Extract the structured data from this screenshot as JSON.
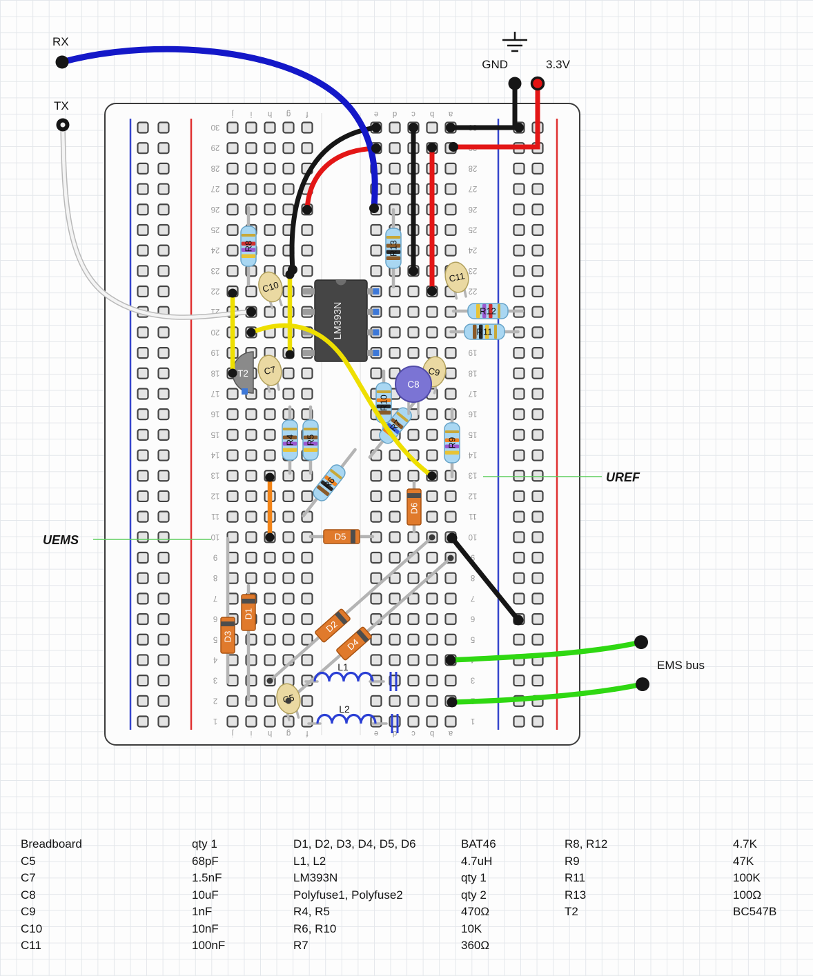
{
  "annotations": {
    "rx": "RX",
    "tx": "TX",
    "gnd": "GND",
    "v33": "3.3V",
    "uref": "UREF",
    "uems": "UEMS",
    "ems_bus": "EMS bus"
  },
  "breadboard": {
    "rows": 30,
    "column_letters": [
      "a",
      "b",
      "c",
      "d",
      "e",
      "f",
      "g",
      "h",
      "i",
      "j"
    ]
  },
  "components": {
    "ic": "LM393N",
    "t2": "T2",
    "l1": "L1",
    "l2": "L2",
    "c5": "C5",
    "c7": "C7",
    "c8": "C8",
    "c9": "C9",
    "c10": "C10",
    "c11": "C11",
    "r4": "R4",
    "r5": "R5",
    "r6": "R6",
    "r7": "R7",
    "r8": "R8",
    "r9": "R9",
    "r10": "R10",
    "r11": "R11",
    "r12": "R12",
    "r13": "R13",
    "d1": "D1",
    "d2": "D2",
    "d3": "D3",
    "d4": "D4",
    "d5": "D5",
    "d6": "D6"
  },
  "parts_list": {
    "groups": [
      {
        "rows": [
          [
            "Breadboard",
            "qty 1"
          ],
          [
            "C5",
            "68pF"
          ],
          [
            "C7",
            "1.5nF"
          ],
          [
            "C8",
            "10uF"
          ],
          [
            "C9",
            "1nF"
          ],
          [
            "C10",
            "10nF"
          ],
          [
            "C11",
            "100nF"
          ]
        ]
      },
      {
        "rows": [
          [
            "D1, D2, D3, D4, D5, D6",
            "BAT46"
          ],
          [
            "L1, L2",
            "4.7uH"
          ],
          [
            "LM393N",
            "qty 1"
          ],
          [
            "Polyfuse1, Polyfuse2",
            "qty 2"
          ],
          [
            "R4, R5",
            "470Ω"
          ],
          [
            "R6, R10",
            "10K"
          ],
          [
            "R7",
            "360Ω"
          ]
        ]
      },
      {
        "rows": [
          [
            "R8, R12",
            "4.7K"
          ],
          [
            "R9",
            "47K"
          ],
          [
            "R11",
            "100K"
          ],
          [
            "R13",
            "100Ω"
          ],
          [
            "T2",
            "BC547B"
          ]
        ]
      }
    ]
  }
}
